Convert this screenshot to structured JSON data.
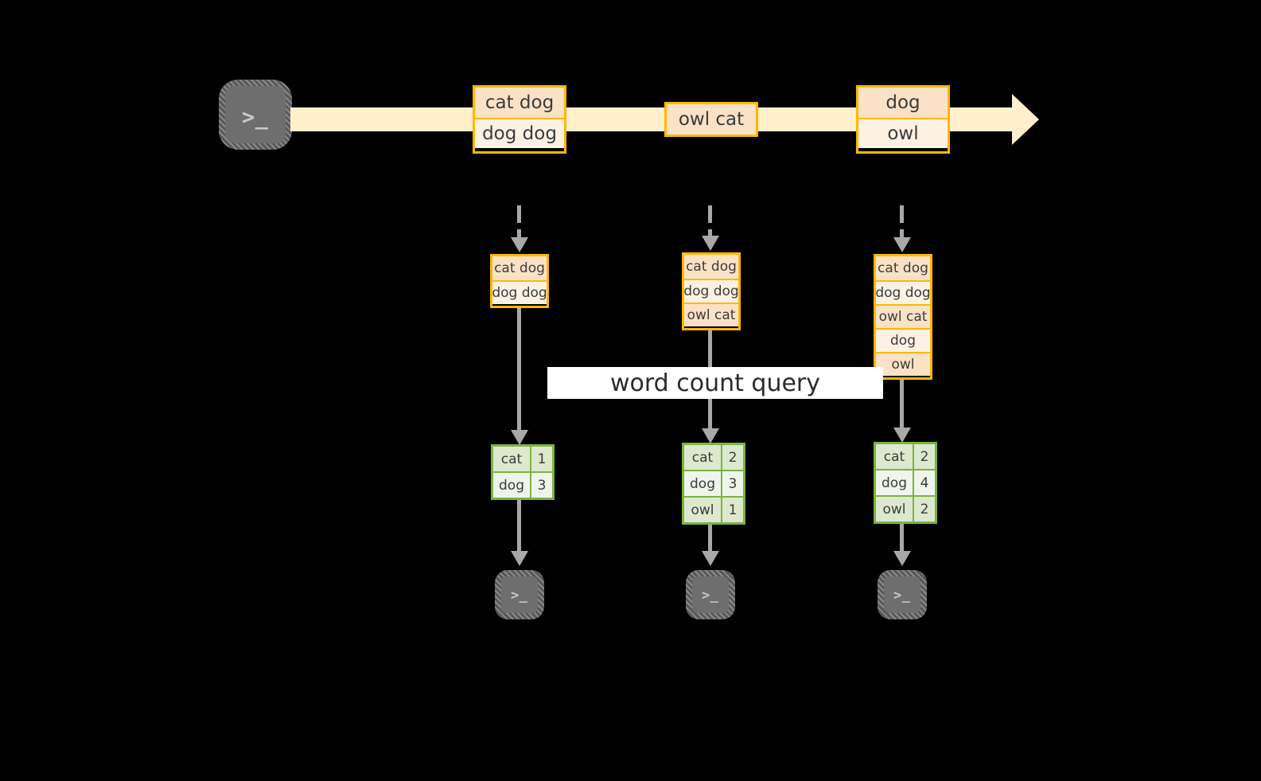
{
  "diagram": {
    "title": "word count query",
    "colors": {
      "background": "#000000",
      "timeline": "#FFF0CB",
      "event_border": "#FFB703",
      "event_fill_dark": "#FBE2C6",
      "event_fill_light": "#FDF1E4",
      "table_border": "#7CB342",
      "table_fill_dark": "#DCE9CE",
      "table_fill_light": "#F0F5EB",
      "connector": "#A8A8A8",
      "terminal": "#6E6E6E"
    }
  },
  "source_terminal": {
    "glyph": ">_",
    "name": "source-terminal"
  },
  "stream": {
    "events": [
      {
        "id": "event-1",
        "lines": [
          "cat dog",
          "dog dog"
        ]
      },
      {
        "id": "event-2",
        "lines": [
          "owl cat"
        ]
      },
      {
        "id": "event-3",
        "lines": [
          "dog",
          "owl"
        ]
      }
    ]
  },
  "snapshots": [
    {
      "id": "snapshot-1",
      "log": [
        "cat dog",
        "dog dog"
      ],
      "result": {
        "rows": [
          {
            "word": "cat",
            "count": "1"
          },
          {
            "word": "dog",
            "count": "3"
          }
        ]
      },
      "terminal": {
        "glyph": ">_"
      }
    },
    {
      "id": "snapshot-2",
      "log": [
        "cat dog",
        "dog dog",
        "owl cat"
      ],
      "result": {
        "rows": [
          {
            "word": "cat",
            "count": "2"
          },
          {
            "word": "dog",
            "count": "3"
          },
          {
            "word": "owl",
            "count": "1"
          }
        ]
      },
      "terminal": {
        "glyph": ">_"
      }
    },
    {
      "id": "snapshot-3",
      "log": [
        "cat dog",
        "dog dog",
        "owl cat",
        "dog",
        "owl"
      ],
      "result": {
        "rows": [
          {
            "word": "cat",
            "count": "2"
          },
          {
            "word": "dog",
            "count": "4"
          },
          {
            "word": "owl",
            "count": "2"
          }
        ]
      },
      "terminal": {
        "glyph": ">_"
      }
    }
  ]
}
